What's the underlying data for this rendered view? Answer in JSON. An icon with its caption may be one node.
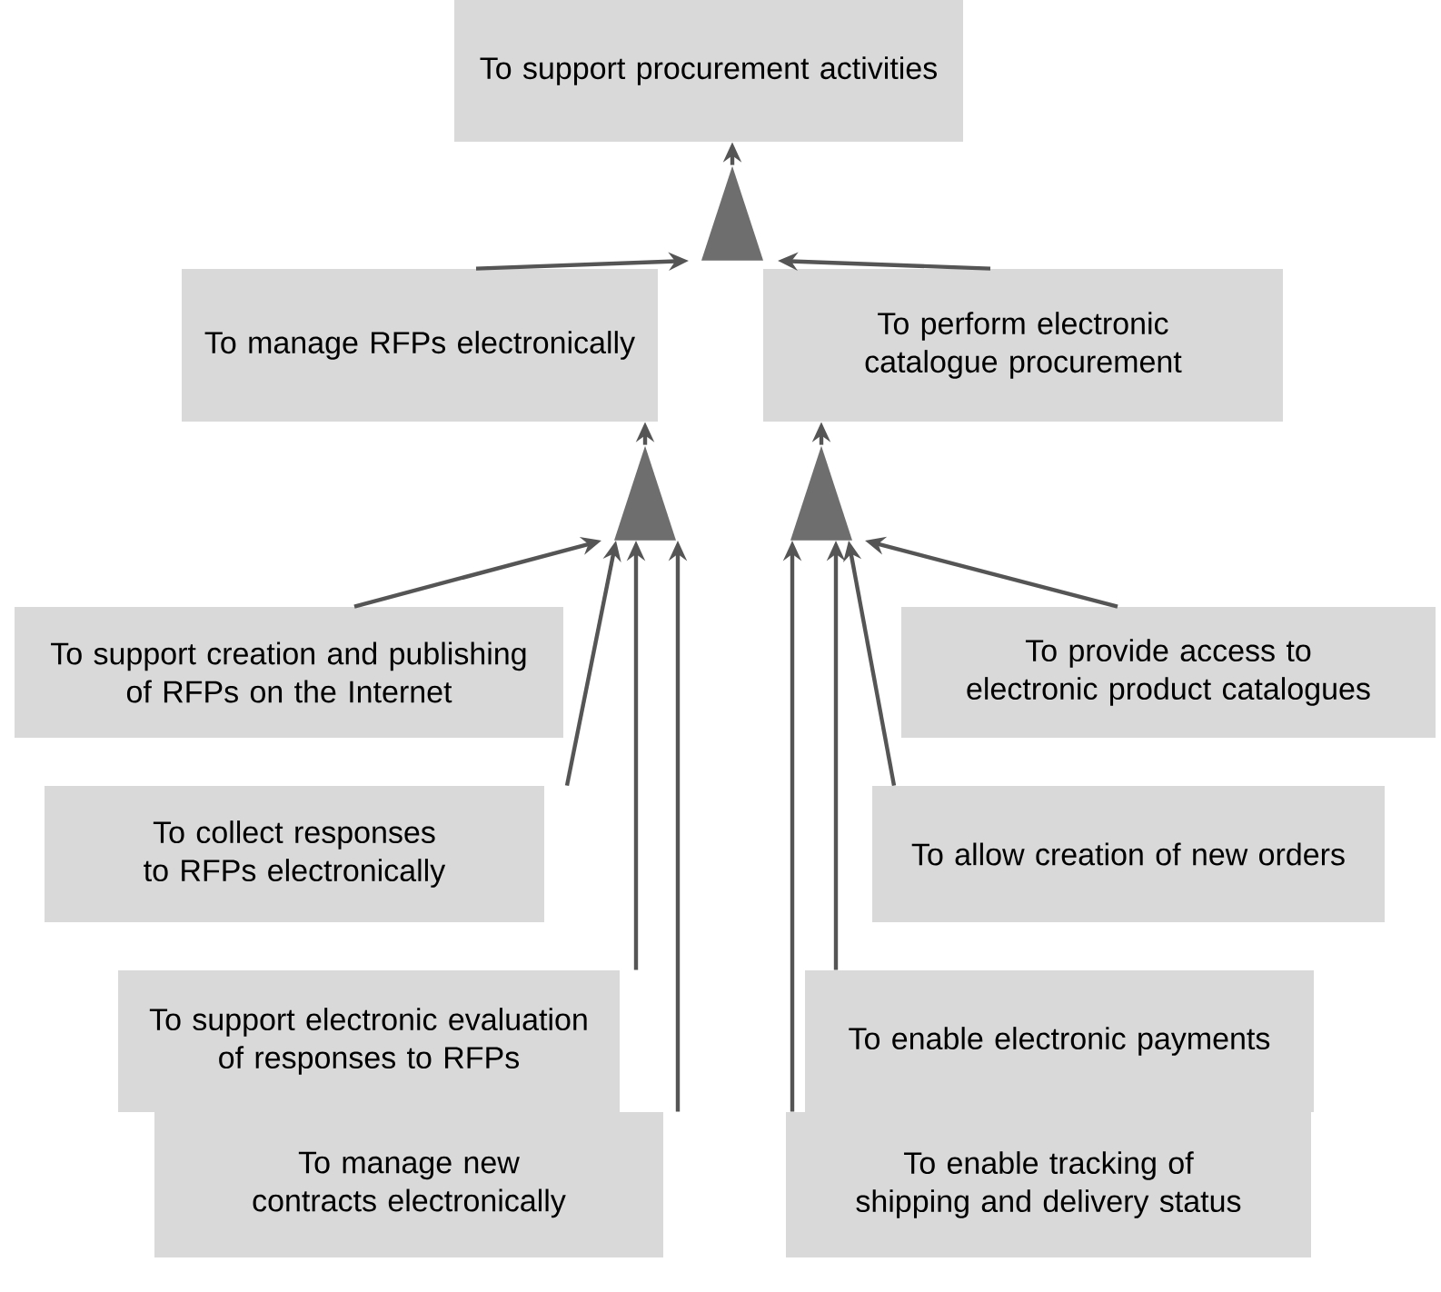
{
  "diagram": {
    "nodes": [
      {
        "text": [
          "To support procurement activities"
        ]
      },
      {
        "text": [],
        "shape": "triangle"
      },
      {
        "text": [
          "To manage RFPs electronically"
        ]
      },
      {
        "text": [
          "To perform electronic catalogue procurement"
        ]
      },
      {
        "text": [],
        "shape": "triangle"
      },
      {
        "text": [],
        "shape": "triangle"
      },
      {
        "text": [
          "To support creation and publishing of RFPs on the Internet"
        ]
      },
      {
        "text": [
          "To collect responses to RFPs electronically"
        ]
      },
      {
        "text": [
          "To support electronic evaluation of responses to RFPs"
        ]
      },
      {
        "text": [
          "To manage new contracts electronically"
        ]
      },
      {
        "text": [
          "To provide access to electronic product catalogues"
        ]
      },
      {
        "text": [
          "To allow creation of new orders"
        ]
      },
      {
        "text": [
          "To enable electronic payments"
        ]
      },
      {
        "text": [
          "To enable tracking of shipping and delivery status"
        ]
      }
    ],
    "edges": [
      {
        "from": 1,
        "to": 0,
        "arrow": "to"
      },
      {
        "from": 2,
        "to": 1,
        "arrow": "to"
      },
      {
        "from": 3,
        "to": 1,
        "arrow": "to"
      },
      {
        "from": 4,
        "to": 2,
        "arrow": "to"
      },
      {
        "from": 5,
        "to": 3,
        "arrow": "to"
      },
      {
        "from": 6,
        "to": 4,
        "arrow": "to"
      },
      {
        "from": 7,
        "to": 4,
        "arrow": "to"
      },
      {
        "from": 8,
        "to": 4,
        "arrow": "to"
      },
      {
        "from": 9,
        "to": 4,
        "arrow": "to"
      },
      {
        "from": 10,
        "to": 5,
        "arrow": "to"
      },
      {
        "from": 11,
        "to": 5,
        "arrow": "to"
      },
      {
        "from": 12,
        "to": 5,
        "arrow": "to"
      },
      {
        "from": 13,
        "to": 5,
        "arrow": "to"
      }
    ]
  }
}
